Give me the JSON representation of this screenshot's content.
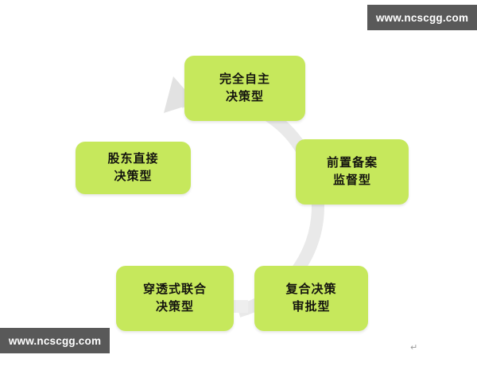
{
  "diagram": {
    "type": "cycle",
    "background_color": "#ffffff",
    "node_color": "#c6e85c",
    "ring_color": "#e9e9e9",
    "text_color": "#14140f",
    "arrow_direction": "clockwise",
    "arrowhead_position": "upper-left",
    "nodes": [
      {
        "id": "node-0",
        "position": "top",
        "line1": "完全自主",
        "line2": "决策型"
      },
      {
        "id": "node-1",
        "position": "right",
        "line1": "前置备案",
        "line2": "监督型"
      },
      {
        "id": "node-2",
        "position": "bottom-right",
        "line1": "复合决策",
        "line2": "审批型"
      },
      {
        "id": "node-3",
        "position": "bottom-left",
        "line1": "穿透式联合",
        "line2": "决策型"
      },
      {
        "id": "node-4",
        "position": "left",
        "line1": "股东直接",
        "line2": "决策型"
      }
    ]
  },
  "watermarks": {
    "top_right": "www.ncscgg.com",
    "bottom_left": "www.ncscgg.com"
  },
  "artifacts": {
    "paragraph_mark": "↵"
  }
}
